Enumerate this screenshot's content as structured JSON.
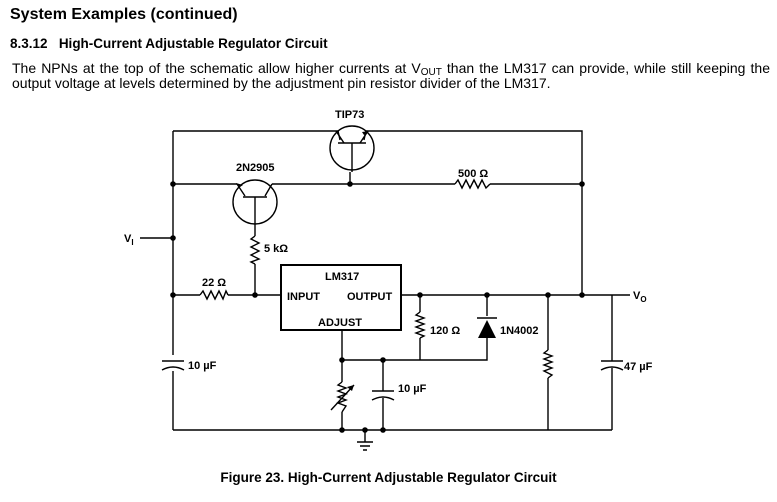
{
  "section_title": "System Examples (continued)",
  "subsection": {
    "number": "8.3.12",
    "title": "High-Current Adjustable Regulator Circuit"
  },
  "paragraph": {
    "part1": "The NPNs at the top of the schematic allow higher currents at V",
    "sub": "OUT",
    "part2": " than the LM317 can provide, while still keeping the output voltage at levels determined by the adjustment pin resistor divider of the LM317."
  },
  "schematic": {
    "tip73": "TIP73",
    "q2n2905": "2N2905",
    "r500": "500 Ω",
    "vi": "V",
    "vi_sub": "I",
    "r5k": "5 kΩ",
    "r22": "22 Ω",
    "lm317": "LM317",
    "input": "INPUT",
    "output": "OUTPUT",
    "adjust": "ADJUST",
    "r120": "120 Ω",
    "diode": "1N4002",
    "vo": "V",
    "vo_sub": "O",
    "c_in": "10 µF",
    "c_adj": "10 µF",
    "c_out": "47 µF"
  },
  "figure_caption": "Figure 23.  High-Current Adjustable Regulator Circuit"
}
